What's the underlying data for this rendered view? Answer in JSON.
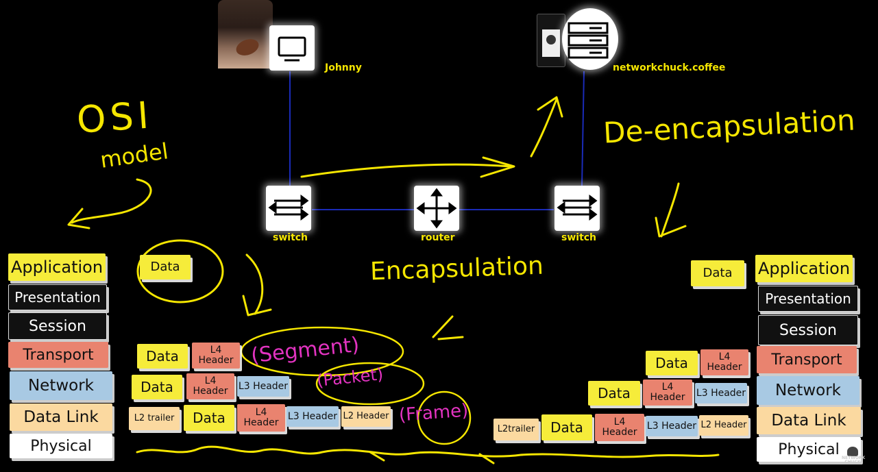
{
  "diagram": {
    "nodes": {
      "johnny": "Johnny",
      "server": "networkchuck.coffee",
      "switch_left": "switch",
      "router": "router",
      "switch_right": "switch"
    },
    "annotations": {
      "osi": "OSI",
      "model": "model",
      "de_encapsulation": "De-encapsulation",
      "encapsulation": "Encapsulation",
      "segment": "(Segment)",
      "packet": "(Packet)",
      "frame": "(Frame)"
    },
    "osi_layers_left": [
      "Application",
      "Presentation",
      "Session",
      "Transport",
      "Network",
      "Data Link",
      "Physical"
    ],
    "osi_layers_right": [
      "Application",
      "Presentation",
      "Session",
      "Transport",
      "Network",
      "Data Link",
      "Physical"
    ],
    "encap_left": {
      "data": "Data",
      "segment": [
        "Data",
        "L4 Header"
      ],
      "packet": [
        "Data",
        "L4 Header",
        "L3 Header"
      ],
      "frame": [
        "L2 trailer",
        "Data",
        "L4 Header",
        "L3 Header",
        "L2 Header"
      ]
    },
    "encap_right": {
      "data": "Data",
      "segment": [
        "Data",
        "L4 Header"
      ],
      "packet": [
        "Data",
        "L4 Header",
        "L3 Header"
      ],
      "frame": [
        "L2trailer",
        "Data",
        "L4 Header",
        "L3 Header",
        "L2 Header"
      ]
    },
    "logo": "NETWORK CHUCK",
    "colors": {
      "background": "#000000",
      "label_yellow": "#f5e600",
      "link_blue": "#1a2bb8",
      "data_yellow": "#f6ec3a",
      "transport_orange": "#e9836f",
      "network_blue": "#a8c9e3",
      "datalink_tan": "#fbd9a0",
      "annotation_pink": "#e233c0"
    }
  }
}
